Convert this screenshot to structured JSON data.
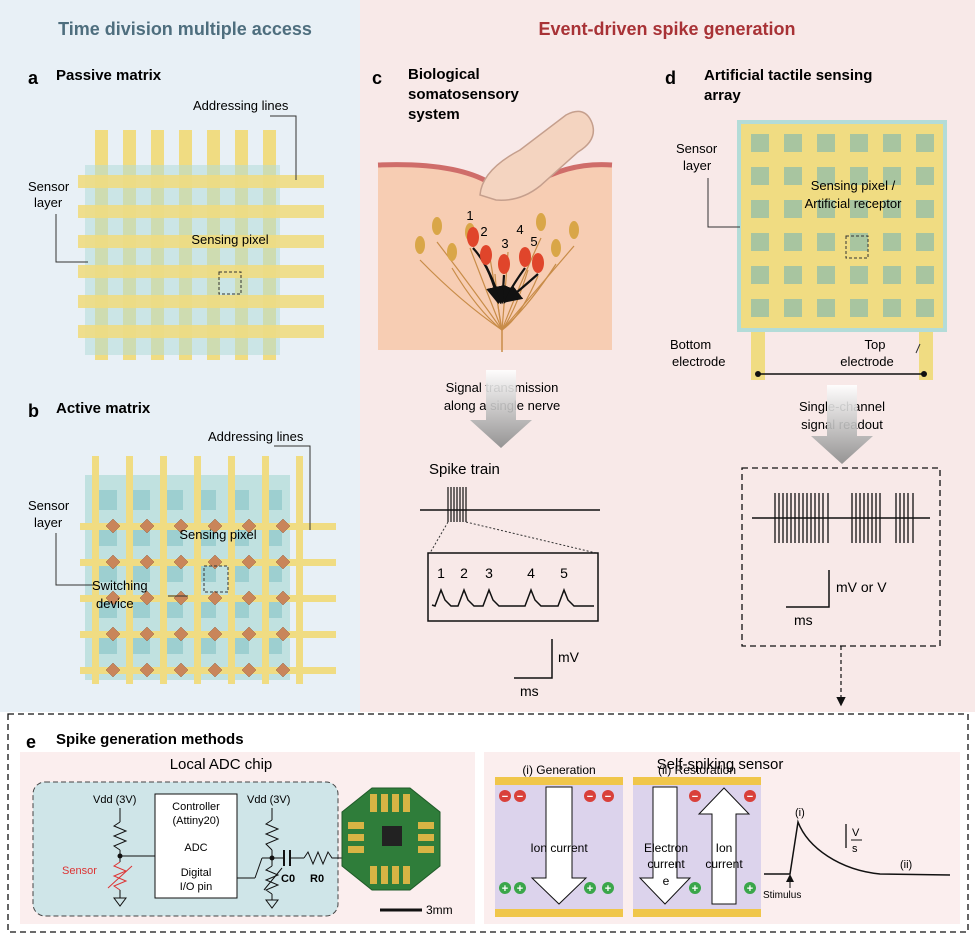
{
  "headers": {
    "left": "Time division multiple access",
    "right": "Event-driven spike generation"
  },
  "panel_a": {
    "letter": "a",
    "title": "Passive matrix",
    "addressing": "Addressing lines",
    "sensor_line1": "Sensor",
    "sensor_line2": "layer",
    "pixel": "Sensing pixel"
  },
  "panel_b": {
    "letter": "b",
    "title": "Active matrix",
    "addressing": "Addressing lines",
    "sensor_line1": "Sensor",
    "sensor_line2": "layer",
    "pixel": "Sensing pixel",
    "switch_line1": "Switching",
    "switch_line2": "device"
  },
  "panel_c": {
    "letter": "c",
    "title_line1": "Biological",
    "title_line2": "somatosensory",
    "title_line3": "system",
    "receptor_labels": [
      "1",
      "2",
      "3",
      "4",
      "5"
    ],
    "transmission_line1": "Signal transmission",
    "transmission_line2": "along a single nerve",
    "spike_train": "Spike train",
    "peak_labels": [
      "1",
      "2",
      "3",
      "4",
      "5"
    ],
    "scale_y": "mV",
    "scale_x": "ms"
  },
  "panel_d": {
    "letter": "d",
    "title_line1": "Artificial tactile sensing",
    "title_line2": "array",
    "sensor_line1": "Sensor",
    "sensor_line2": "layer",
    "pixel_line1": "Sensing pixel /",
    "pixel_line2": "Artificial receptor",
    "bottom_line1": "Bottom",
    "bottom_line2": "electrode",
    "top_line1": "Top",
    "top_line2": "electrode",
    "readout_line1": "Single-channel",
    "readout_line2": "signal readout",
    "scale_y": "mV or V",
    "scale_x": "ms"
  },
  "panel_e": {
    "letter": "e",
    "title": "Spike generation methods",
    "adc_title": "Local ADC chip",
    "vdd1": "Vdd (3V)",
    "vdd2": "Vdd (3V)",
    "controller_line1": "Controller",
    "controller_line2": "(Attiny20)",
    "adc": "ADC",
    "digital_line1": "Digital",
    "digital_line2": "I/O pin",
    "sensor": "Sensor",
    "c0": "C0",
    "r0": "R0",
    "scalebar": "3mm",
    "self_title": "Self-spiking sensor",
    "gen": "(i) Generation",
    "rest": "(ii) Restoration",
    "ion_line1": "Ion current",
    "electron_line1": "Electron",
    "electron_line2": "current",
    "electron_symbol": "e",
    "ion2_line1": "Ion",
    "ion2_line2": "current",
    "peak_i": "(i)",
    "tail_ii": "(ii)",
    "stimulus": "Stimulus",
    "scale_v": "V",
    "scale_s": "s"
  },
  "colors": {
    "left_bg": "#e8f0f6",
    "right_bg": "#f8e9e8",
    "left_header": "#4e6e7e",
    "right_header": "#a83236",
    "yellow": "#f0dc82",
    "teal": "#b3dcd8",
    "skin": "#f7cdb3"
  }
}
